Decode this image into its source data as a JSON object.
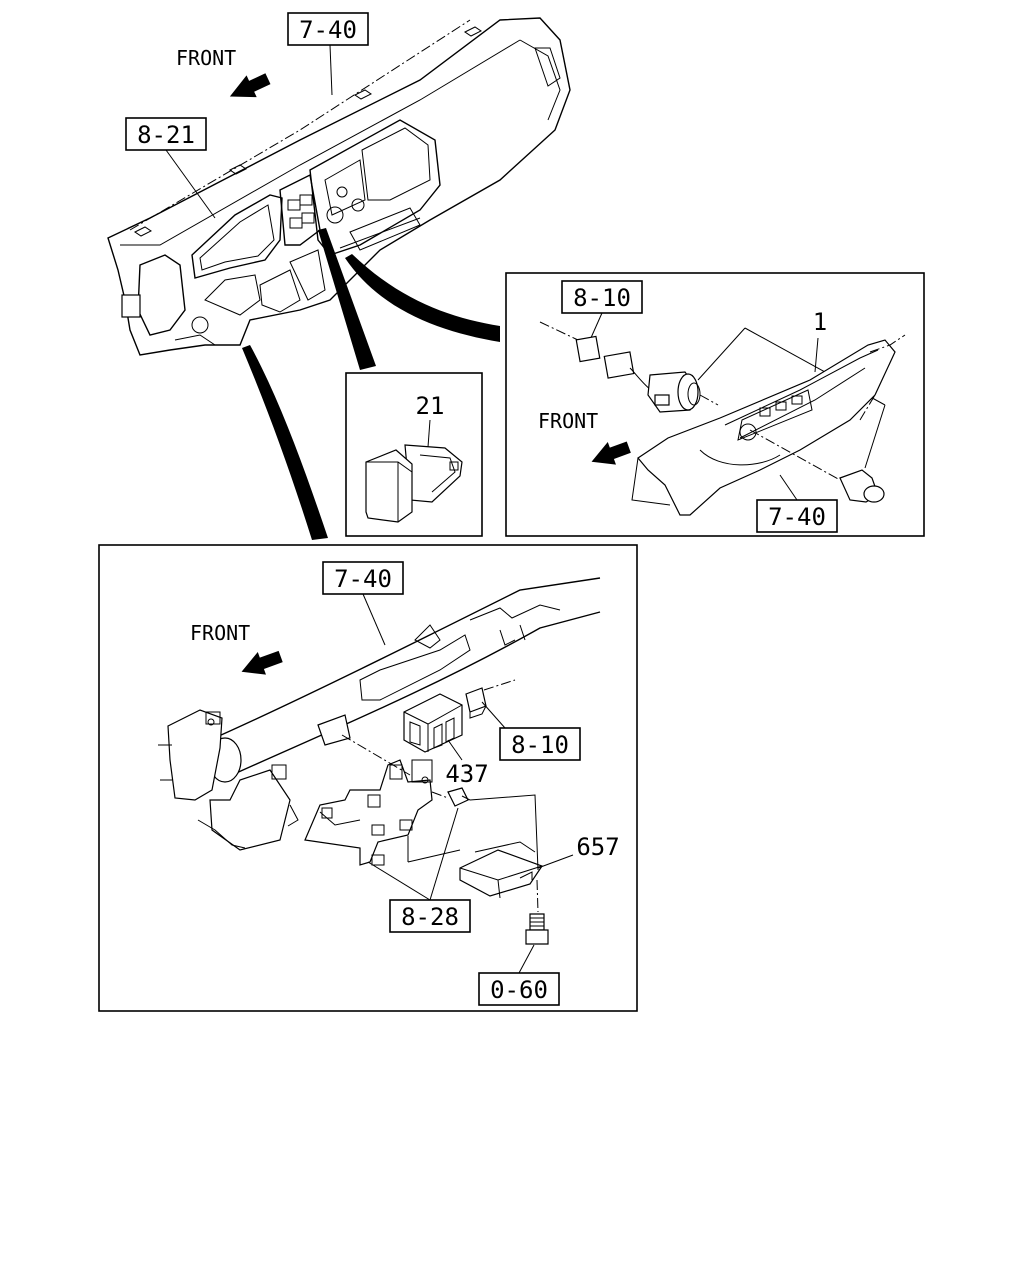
{
  "front_labels": [
    "FRONT",
    "FRONT",
    "FRONT"
  ],
  "refs": {
    "top_dash_740": "7-40",
    "top_dash_821": "8-21",
    "right_810": "8-10",
    "right_part1": "1",
    "right_740": "7-40",
    "mid_part21": "21",
    "bot_740": "7-40",
    "bot_810": "8-10",
    "bot_part437": "437",
    "bot_part657": "657",
    "bot_828": "8-28",
    "bot_060": "0-60"
  }
}
